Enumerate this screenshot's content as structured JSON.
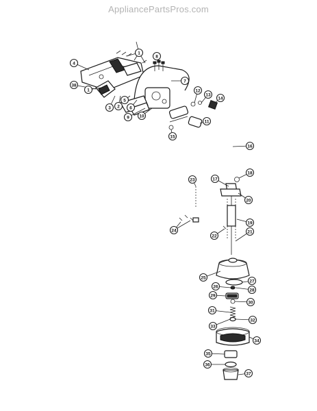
{
  "watermark": "AppliancePartsPros.com",
  "callouts": [
    {
      "id": "1",
      "label": "1"
    },
    {
      "id": "1b",
      "label": "1"
    },
    {
      "id": "2",
      "label": "2"
    },
    {
      "id": "3",
      "label": "3"
    },
    {
      "id": "4",
      "label": "4"
    },
    {
      "id": "5",
      "label": "5"
    },
    {
      "id": "6",
      "label": "6"
    },
    {
      "id": "7",
      "label": "7"
    },
    {
      "id": "8",
      "label": "8"
    },
    {
      "id": "9",
      "label": "9"
    },
    {
      "id": "10",
      "label": "10"
    },
    {
      "id": "11",
      "label": "11"
    },
    {
      "id": "12",
      "label": "12"
    },
    {
      "id": "13",
      "label": "13"
    },
    {
      "id": "14",
      "label": "14"
    },
    {
      "id": "15",
      "label": "15"
    },
    {
      "id": "16",
      "label": "16"
    },
    {
      "id": "17",
      "label": "17"
    },
    {
      "id": "18",
      "label": "18"
    },
    {
      "id": "19",
      "label": "19"
    },
    {
      "id": "20",
      "label": "20"
    },
    {
      "id": "21",
      "label": "21"
    },
    {
      "id": "22",
      "label": "22"
    },
    {
      "id": "23",
      "label": "23"
    },
    {
      "id": "24",
      "label": "24"
    },
    {
      "id": "25",
      "label": "25"
    },
    {
      "id": "26",
      "label": "26"
    },
    {
      "id": "27",
      "label": "27"
    },
    {
      "id": "28",
      "label": "28"
    },
    {
      "id": "29",
      "label": "29"
    },
    {
      "id": "30",
      "label": "30"
    },
    {
      "id": "31",
      "label": "31"
    },
    {
      "id": "32",
      "label": "32"
    },
    {
      "id": "33",
      "label": "33"
    },
    {
      "id": "34",
      "label": "34"
    },
    {
      "id": "35",
      "label": "35"
    },
    {
      "id": "36",
      "label": "36"
    },
    {
      "id": "37",
      "label": "37"
    },
    {
      "id": "38",
      "label": "38"
    }
  ]
}
